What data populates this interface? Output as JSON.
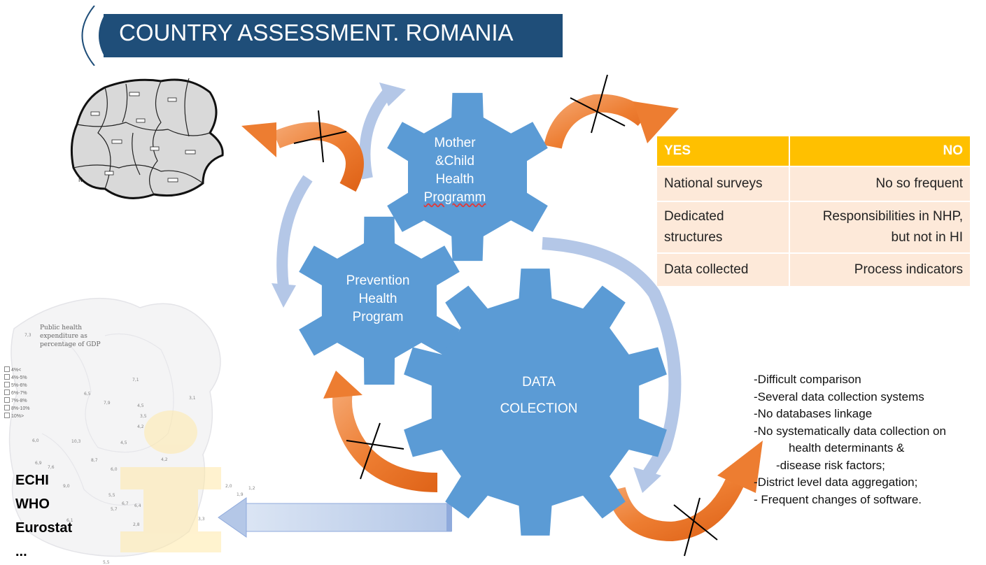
{
  "title": "COUNTRY ASSESSMENT. ROMANIA",
  "gears": {
    "mother_child": [
      "Mother",
      "&Child",
      "Health",
      "Programm"
    ],
    "prevention": [
      "Prevention",
      "Health",
      "Program"
    ],
    "data_collection": [
      "DATA",
      "COLECTION"
    ]
  },
  "table": {
    "yes_header": "YES",
    "no_header": "NO",
    "rows": [
      {
        "yes": "National surveys",
        "no": "No so frequent"
      },
      {
        "yes_l1": "Dedicated",
        "yes_l2": "structures",
        "no_l1": "Responsibilities in NHP,",
        "no_l2": "but not in HI"
      },
      {
        "yes": "Data collected",
        "no": "Process indicators"
      }
    ]
  },
  "issues": [
    "-Difficult comparison",
    "-Several data collection systems",
    "-No databases linkage",
    "-No systematically data collection on",
    "health determinants &",
    "-disease risk factors;",
    "-District level data aggregation;",
    "- Frequent changes of software."
  ],
  "sources": [
    "ECHI",
    "WHO",
    "Eurostat",
    "..."
  ],
  "map_legend": {
    "title": "Public health expenditure as percentage of GDP",
    "items": [
      "4%<",
      "4%-5%",
      "5%-6%",
      "6%-7%",
      "7%-8%",
      "8%-10%",
      "10%>"
    ],
    "values": [
      "7,3",
      "7,1",
      "3,1",
      "7,9",
      "4,5",
      "3,5",
      "4,2",
      "6,0",
      "10,3",
      "4,5",
      "4,2",
      "8,7",
      "6,9",
      "7,6",
      "6,5",
      "6,0",
      "9,0",
      "5,5",
      "6,7",
      "6,4",
      "5,7",
      "2,0",
      "1,9",
      "1,2",
      "6,1",
      "2,8",
      "5,5",
      "3,3"
    ]
  },
  "colors": {
    "title_band": "#1f4e79",
    "gear": "#5b9bd5",
    "orange_arrow": "#ed7d31",
    "light_arrow": "#b4c7e7",
    "table_header": "#ffc000",
    "table_row": "#fde9d9"
  }
}
